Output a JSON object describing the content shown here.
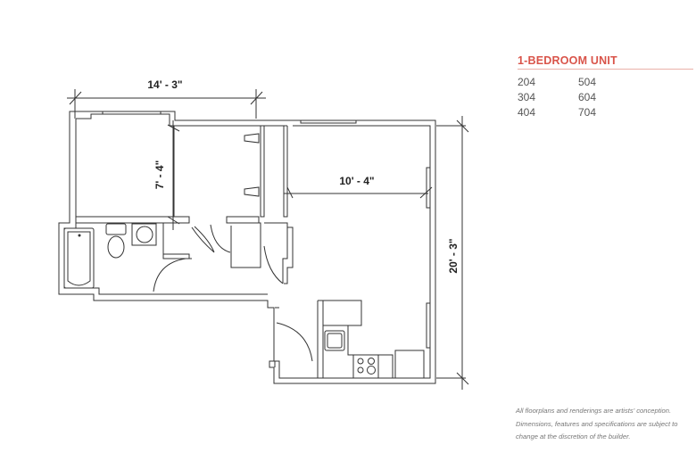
{
  "unit_info": {
    "title": "1-BEDROOM UNIT",
    "accent_color": "#d9544a",
    "units": [
      "204",
      "304",
      "404",
      "504",
      "604",
      "704"
    ]
  },
  "floorplan": {
    "dimensions": {
      "bedroom_width": "14' - 3\"",
      "bedroom_depth": "7' - 4\"",
      "living_width": "10' - 4\"",
      "overall_depth": "20' - 3\""
    }
  },
  "disclaimer": {
    "lines": [
      "All floorplans and renderings are artists' conception.",
      "Dimensions, features and specifications are subject to",
      "change at the discretion of the builder."
    ]
  }
}
